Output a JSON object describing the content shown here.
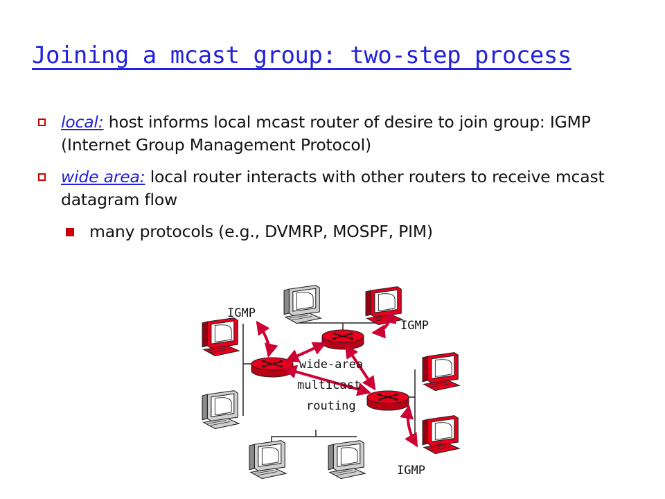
{
  "slide": {
    "title": "Joining a mcast group: two-step process",
    "bullets": [
      {
        "lead": "local:",
        "text": " host informs local mcast router of desire to join group: IGMP (Internet Group Management Protocol)"
      },
      {
        "lead": "wide area:",
        "text": " local router interacts with other routers to receive mcast datagram flow"
      }
    ],
    "sub_bullets": [
      {
        "text": "many protocols (e.g., DVMRP, MOSPF, PIM)"
      }
    ]
  },
  "diagram": {
    "labels": {
      "igmp_left": "IGMP",
      "igmp_top_right": "IGMP",
      "igmp_bottom": "IGMP",
      "wan_line1": "wide-area",
      "wan_line2": "multicast",
      "wan_line3": "routing"
    },
    "colors": {
      "router": "#e8001c",
      "member_host": "#e8001c",
      "plain_host": "#cfcfcf",
      "arrow": "#cc0033",
      "title": "#2222dd",
      "bullet": "#cc0000"
    }
  }
}
